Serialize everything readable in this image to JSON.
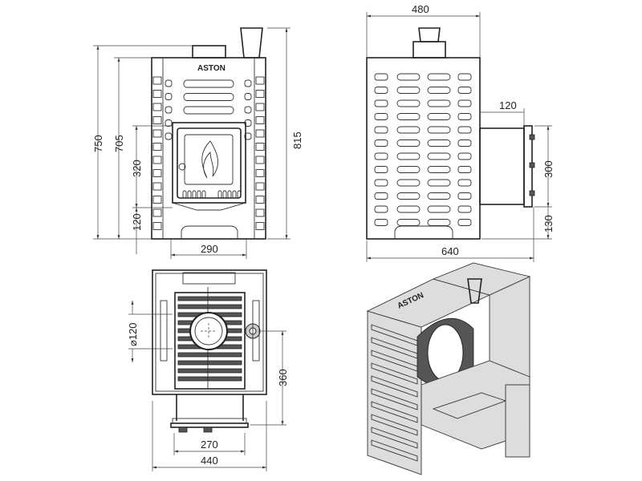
{
  "brand": "ASTON",
  "front_view": {
    "dims": {
      "total_height_flue": "815",
      "height_collar": "750",
      "body_height": "705",
      "door_height": "320",
      "door_base": "120",
      "door_width": "290"
    }
  },
  "side_view": {
    "dims": {
      "width": "480",
      "total_depth": "640",
      "handle_offset": "120",
      "handle_height": "300",
      "handle_base": "130"
    }
  },
  "top_view": {
    "dims": {
      "flue_diameter": "⌀120",
      "leg_depth": "360",
      "leg_span": "270",
      "overall_width": "440"
    }
  },
  "iso_view": {
    "label": "ASTON"
  }
}
